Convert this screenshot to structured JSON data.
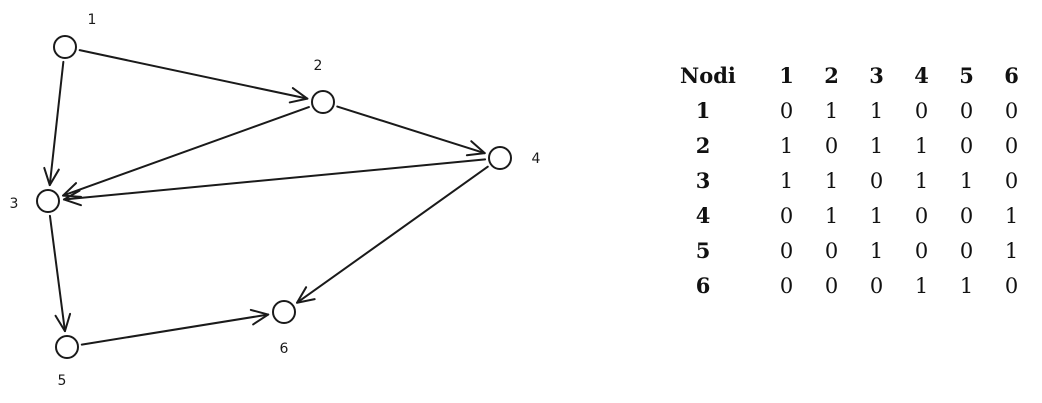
{
  "graph": {
    "nodes": [
      {
        "id": "1",
        "label": "1"
      },
      {
        "id": "2",
        "label": "2"
      },
      {
        "id": "3",
        "label": "3"
      },
      {
        "id": "4",
        "label": "4"
      },
      {
        "id": "5",
        "label": "5"
      },
      {
        "id": "6",
        "label": "6"
      }
    ],
    "edges": [
      {
        "from": "1",
        "to": "2"
      },
      {
        "from": "1",
        "to": "3"
      },
      {
        "from": "2",
        "to": "3"
      },
      {
        "from": "2",
        "to": "4"
      },
      {
        "from": "4",
        "to": "3"
      },
      {
        "from": "4",
        "to": "6"
      },
      {
        "from": "3",
        "to": "5"
      },
      {
        "from": "5",
        "to": "6"
      }
    ]
  },
  "matrix": {
    "corner": "Nodi",
    "columns": [
      "1",
      "2",
      "3",
      "4",
      "5",
      "6"
    ],
    "rows": [
      {
        "label": "1",
        "values": [
          "0",
          "1",
          "1",
          "0",
          "0",
          "0"
        ]
      },
      {
        "label": "2",
        "values": [
          "1",
          "0",
          "1",
          "1",
          "0",
          "0"
        ]
      },
      {
        "label": "3",
        "values": [
          "1",
          "1",
          "0",
          "1",
          "1",
          "0"
        ]
      },
      {
        "label": "4",
        "values": [
          "0",
          "1",
          "1",
          "0",
          "0",
          "1"
        ]
      },
      {
        "label": "5",
        "values": [
          "0",
          "0",
          "1",
          "0",
          "0",
          "1"
        ]
      },
      {
        "label": "6",
        "values": [
          "0",
          "0",
          "0",
          "1",
          "1",
          "0"
        ]
      }
    ]
  }
}
